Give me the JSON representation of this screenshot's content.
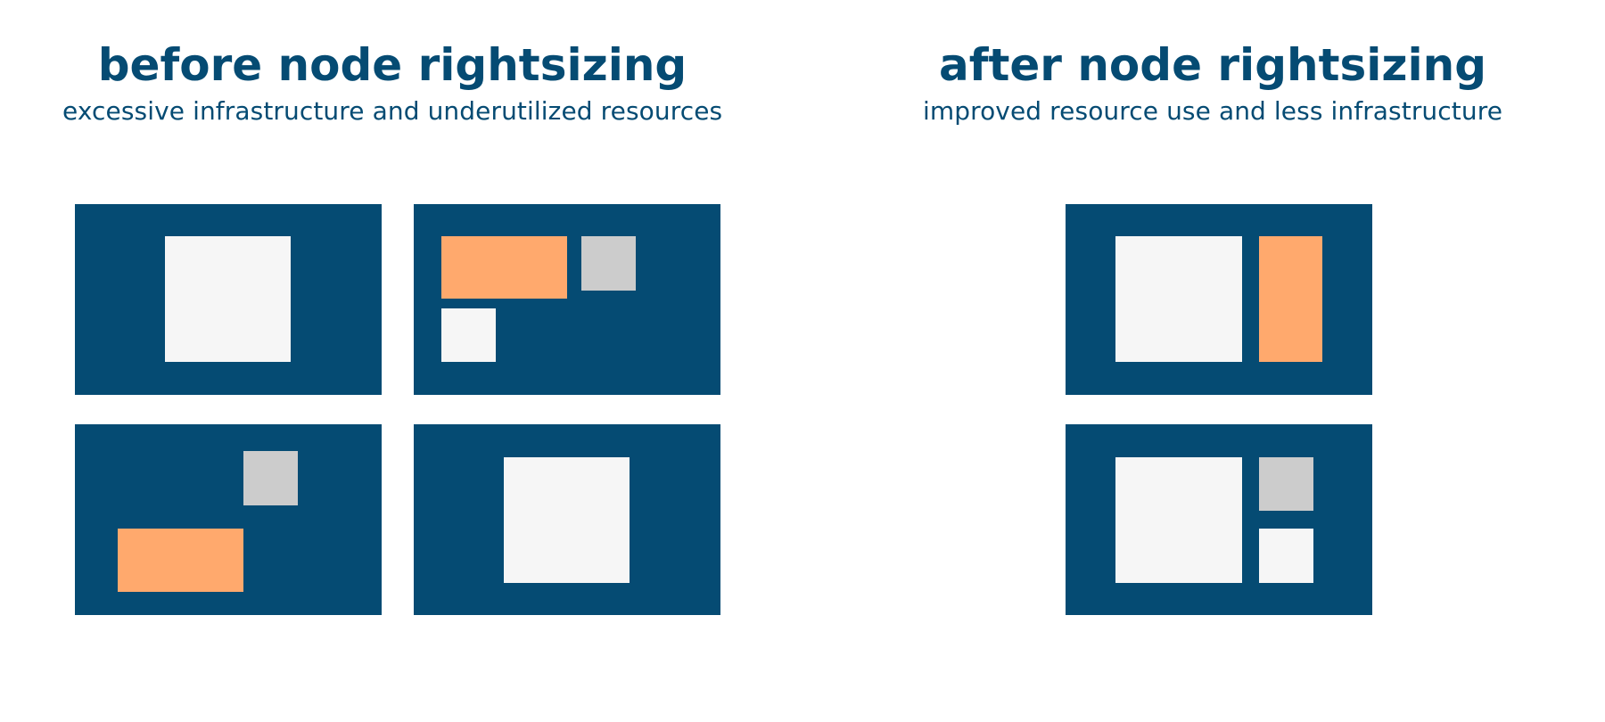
{
  "before": {
    "title": "before node rightsizing",
    "subtitle": "excessive infrastructure and underutilized resources"
  },
  "after": {
    "title": "after node rightsizing",
    "subtitle": "improved resource use and less infrastructure"
  },
  "colors": {
    "node": "#054b73",
    "pod_light": "#f6f6f6",
    "pod_gray": "#cccccc",
    "pod_orange": "#ffa96d",
    "text": "#054b73",
    "background": "#ffffff"
  }
}
